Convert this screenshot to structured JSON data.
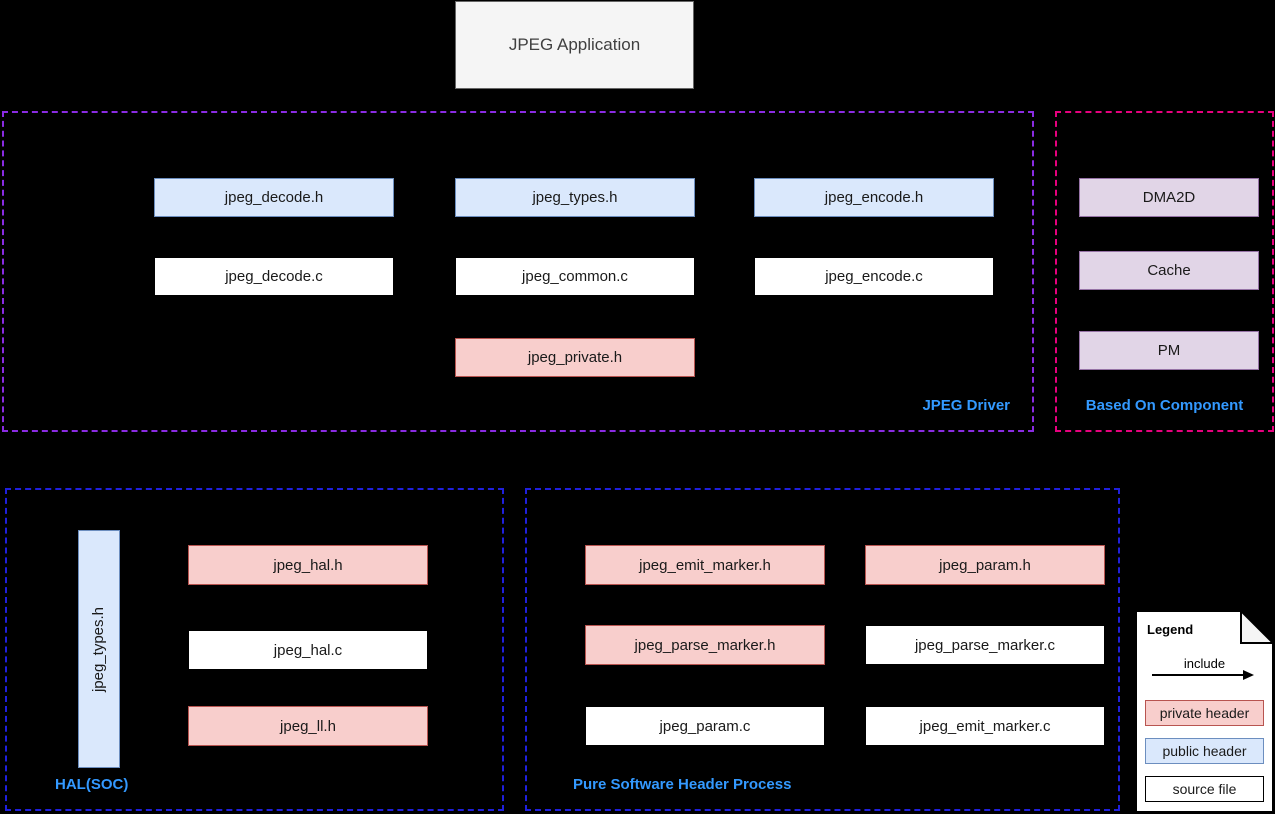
{
  "app": {
    "title": "JPEG Application"
  },
  "driver": {
    "label": "JPEG Driver",
    "headers": [
      "jpeg_decode.h",
      "jpeg_types.h",
      "jpeg_encode.h"
    ],
    "sources": [
      "jpeg_decode.c",
      "jpeg_common.c",
      "jpeg_encode.c"
    ],
    "private_header": "jpeg_private.h"
  },
  "based_on": {
    "label": "Based On Component",
    "components": [
      "DMA2D",
      "Cache",
      "PM"
    ]
  },
  "hal": {
    "label": "HAL(SOC)",
    "vertical_header": "jpeg_types.h",
    "private_top": "jpeg_hal.h",
    "source": "jpeg_hal.c",
    "private_bottom": "jpeg_ll.h"
  },
  "pure_software": {
    "label": "Pure Software Header Process",
    "row1": [
      "jpeg_emit_marker.h",
      "jpeg_param.h"
    ],
    "row2": [
      "jpeg_parse_marker.h",
      "jpeg_parse_marker.c"
    ],
    "row3": [
      "jpeg_param.c",
      "jpeg_emit_marker.c"
    ]
  },
  "legend": {
    "title": "Legend",
    "arrow_label": "include",
    "private_label": "private header",
    "public_label": "public header",
    "source_label": "source file"
  },
  "colors": {
    "background": "#000000",
    "public_header_fill": "#dae8fc",
    "public_header_border": "#6c8ebf",
    "private_header_fill": "#f8cecc",
    "private_header_border": "#b85450",
    "component_fill": "#e1d5e7",
    "component_border": "#9673a6",
    "source_fill": "#ffffff",
    "app_fill": "#f5f5f5",
    "driver_dash": "#8a2be2",
    "based_on_dash": "#e6007e",
    "bottom_group_dash": "#2020dd",
    "group_label_blue": "#3399ff"
  }
}
